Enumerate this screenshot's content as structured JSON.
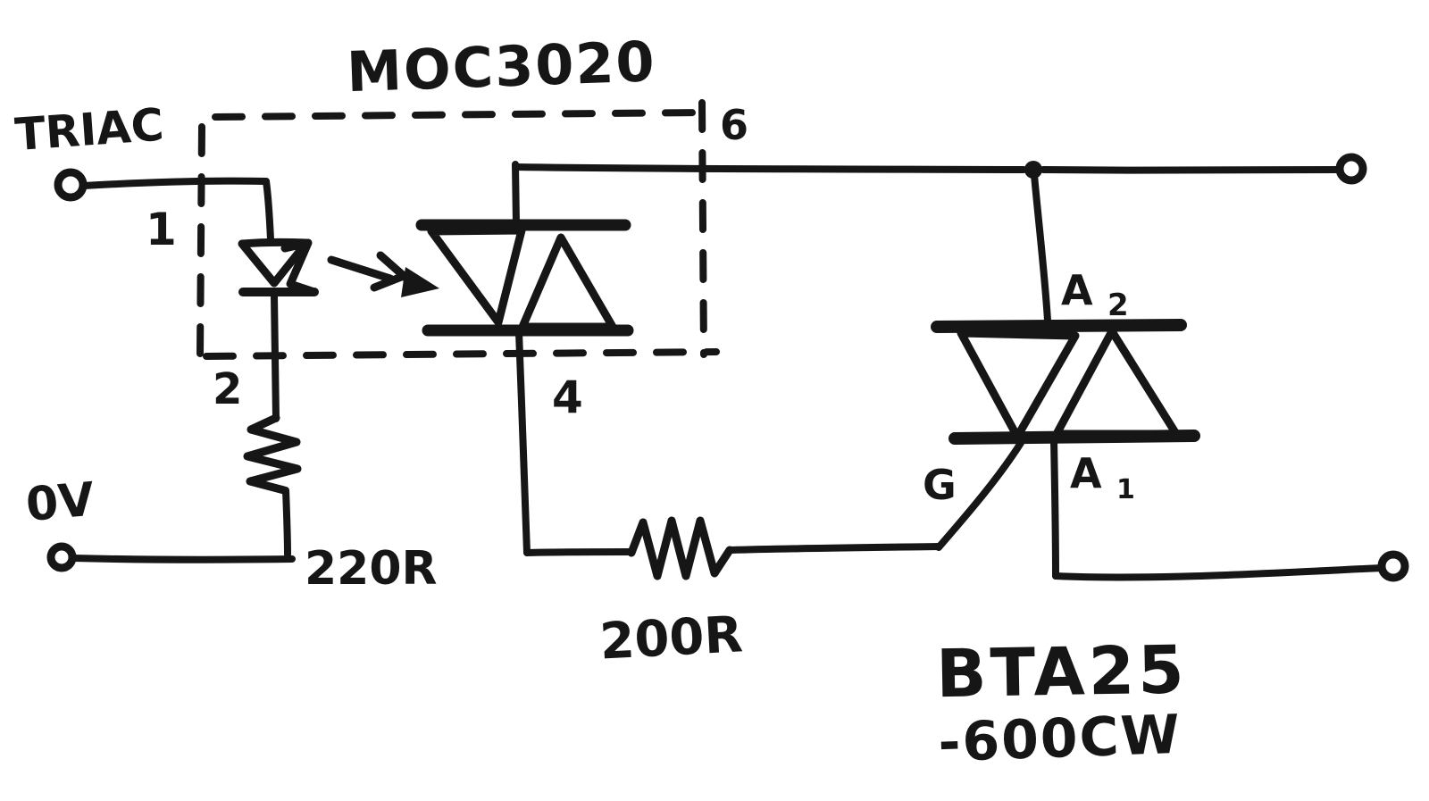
{
  "schematic": {
    "title": "MOC3020",
    "left_rail_label": "TRIAC",
    "ground_label": "0V",
    "optocoupler": {
      "pin_anode": "1",
      "pin_cathode": "2",
      "pin_main_top": "6",
      "pin_main_bottom": "4"
    },
    "resistor_led": "220R",
    "resistor_gate": "200R",
    "power_triac": {
      "part_line1": "BTA25",
      "part_line2": "-600CW",
      "terminal_a2_letter": "A",
      "terminal_a2_sub": "2",
      "terminal_a1_letter": "A",
      "terminal_a1_sub": "1",
      "terminal_gate": "G"
    },
    "colors": {
      "ink": "#161616",
      "paper": "#ffffff"
    }
  }
}
